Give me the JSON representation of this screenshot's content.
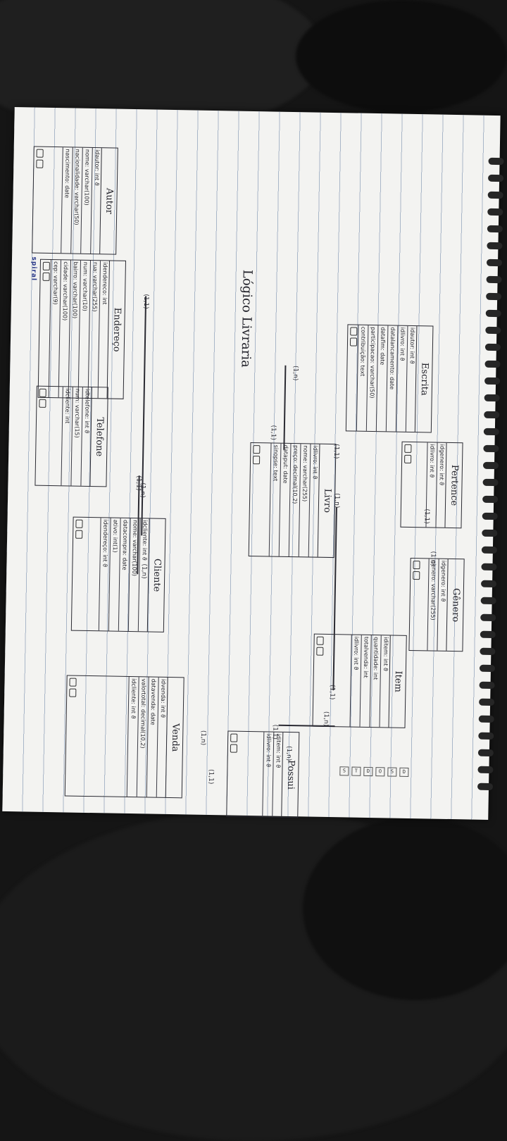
{
  "page": {
    "title": "Lógico Livraria",
    "stamp": "spiral",
    "brand_strip": [
      "S",
      "T",
      "D",
      "O",
      "S",
      "D"
    ]
  },
  "entities": [
    {
      "name": "Autor",
      "attrs": [
        "idautor: int ϑ",
        "nome: varchar(100)",
        "nacionalidade: varchar(50)",
        "nascimento: date"
      ]
    },
    {
      "name": "Endereço",
      "attrs": [
        "idendereco: int",
        "rua: varchar(255)",
        "num: varchar(10)",
        "bairro: varchar(100)",
        "cidade: varchar(100)",
        "cep: varchar(9)"
      ]
    },
    {
      "name": "Escrita",
      "attrs": [
        "idautor: int ϑ",
        "idlivro: int ϑ",
        "datalancamento: date",
        "datafim: date",
        "participacao: varchar(50)",
        "contribuição: text"
      ]
    },
    {
      "name": "Telefone",
      "attrs": [
        "idtelefone: int ϑ",
        "num: varchar(15)",
        "idcliente: int"
      ]
    },
    {
      "name": "Cliente",
      "attrs": [
        "idcliente: int ϑ",
        "nome: varchar(100)",
        "datacompra: date",
        "ativo: int(1)",
        "idendereço: int ϑ"
      ]
    },
    {
      "name": "Livro",
      "attrs": [
        "idlivro: int ϑ",
        "nome: varchar(255)",
        "preço: decimal(10,2)",
        "dataput: date",
        "sinopse: text"
      ]
    },
    {
      "name": "Pertence",
      "attrs": [
        "idgenero: int ϑ",
        "idlivro: int ϑ"
      ]
    },
    {
      "name": "Gênero",
      "attrs": [
        "idgenero: int ϑ",
        "genero: varchar(255)"
      ]
    },
    {
      "name": "Venda",
      "attrs": [
        "idvenda: int ϑ",
        "datavenda: date",
        "valortotal: decimal(10,2)",
        "idcliente: int ϑ"
      ]
    },
    {
      "name": "Possui",
      "attrs": [
        "iditem: int ϑ",
        "idlivro: int ϑ"
      ]
    },
    {
      "name": "Item",
      "attrs": [
        "iditem: int ϑ",
        "quantidade: int",
        "totalvenda: int",
        "idlivro: int ϑ"
      ]
    }
  ],
  "cardinalities": [
    "(1,1)",
    "(1,n)",
    "(1,1)",
    "(1,n)",
    "(1,1)",
    "(1,n)",
    "(1,1)",
    "(1,n)",
    "(1,1)",
    "(1,n)",
    "(1,1)",
    "(1,n)",
    "(1,1)",
    "(1,n)",
    "(1,1)",
    "(1,n)"
  ]
}
